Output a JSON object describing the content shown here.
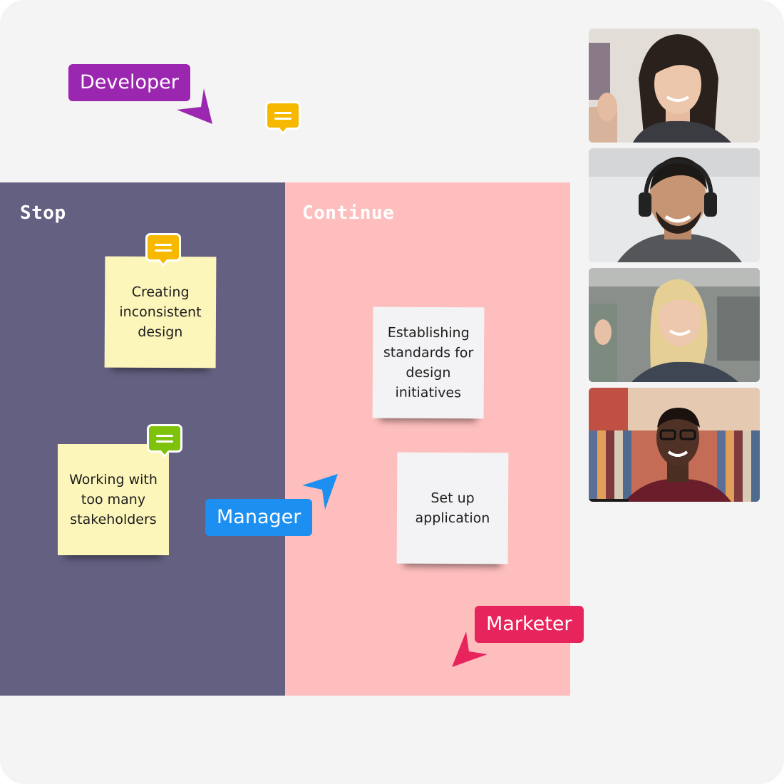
{
  "board": {
    "columns": [
      {
        "title": "Stop",
        "color": "#646082"
      },
      {
        "title": "Continue",
        "color": "#ffbebe"
      }
    ],
    "stickies": [
      {
        "text": "Creating inconsistent design",
        "color": "#fdf6bb",
        "column": "Stop"
      },
      {
        "text": "Working with too many stakeholders",
        "color": "#fdf6bb",
        "column": "Stop"
      },
      {
        "text": "Establishing standards for design initiatives",
        "color": "#f3f3f5",
        "column": "Continue"
      },
      {
        "text": "Set up application",
        "color": "#f3f3f5",
        "column": "Continue"
      }
    ],
    "comment_icons": [
      {
        "icon": "comment-icon",
        "color": "#f7b900"
      },
      {
        "icon": "comment-icon",
        "color": "#f7b900"
      },
      {
        "icon": "comment-icon",
        "color": "#7ec20a"
      }
    ]
  },
  "cursors": [
    {
      "label": "Developer",
      "color": "#9b27b0",
      "icon": "cursor-arrow-icon"
    },
    {
      "label": "Manager",
      "color": "#1c8ff0",
      "icon": "cursor-arrow-icon"
    },
    {
      "label": "Marketer",
      "color": "#e8245c",
      "icon": "cursor-arrow-icon"
    }
  ],
  "participants": [
    {
      "icon": "participant-video-icon"
    },
    {
      "icon": "participant-video-icon"
    },
    {
      "icon": "participant-video-icon"
    },
    {
      "icon": "participant-video-icon"
    }
  ]
}
